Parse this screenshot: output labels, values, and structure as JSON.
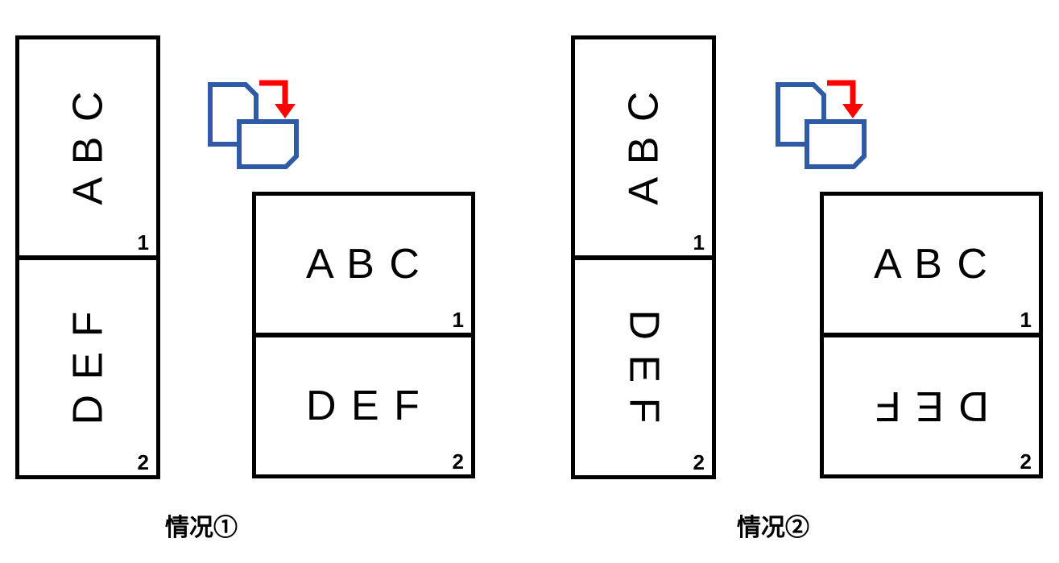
{
  "colors": {
    "background": "#ffffff",
    "sheet_border": "#000000",
    "text": "#000000",
    "icon_page_blue": "#2F5AA5",
    "icon_arrow_red": "#FF0000"
  },
  "icon": {
    "name": "copy-flip-arrow-icon",
    "glyph": "two-overlapping-pages-with-red-turn-down-arrow"
  },
  "scenarios": [
    {
      "label": "情况①",
      "source_sheet": {
        "pages": [
          {
            "text": "A B C",
            "number": "1"
          },
          {
            "text": "D E F",
            "number": "2"
          }
        ]
      },
      "result_sheet": {
        "pages": [
          {
            "text": "A B C",
            "number": "1"
          },
          {
            "text": "D E F",
            "number": "2"
          }
        ]
      }
    },
    {
      "label": "情况②",
      "source_sheet": {
        "pages": [
          {
            "text": "A B C",
            "number": "1"
          },
          {
            "text": "D E F",
            "number": "2"
          }
        ]
      },
      "result_sheet": {
        "pages": [
          {
            "text": "A B C",
            "number": "1"
          },
          {
            "text": "D E F",
            "number": "2"
          }
        ]
      }
    }
  ]
}
